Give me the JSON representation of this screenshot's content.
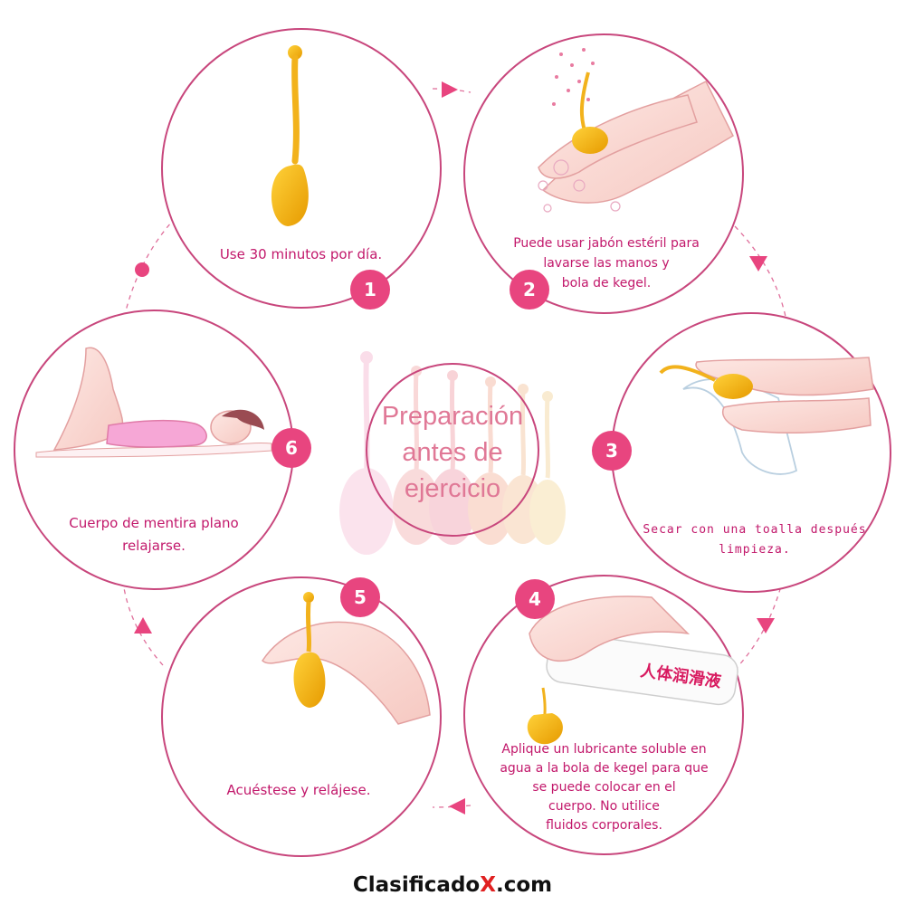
{
  "center_title": [
    "Preparación",
    "antes de",
    "ejercicio"
  ],
  "steps": [
    {
      "number": "1",
      "text": [
        "Use 30 minutos por día."
      ],
      "illustration": "kegel-ball-icon"
    },
    {
      "number": "2",
      "text": [
        "Puede usar jabón estéril para",
        "lavarse las manos y",
        "bola de kegel."
      ],
      "illustration": "washing-hands-icon"
    },
    {
      "number": "3",
      "text": [
        "Secar con una toalla después",
        "limpieza."
      ],
      "illustration": "drying-towel-icon"
    },
    {
      "number": "4",
      "text": [
        "Aplique un lubricante soluble en",
        "agua a la bola de kegel para que",
        "se puede colocar en el",
        "cuerpo. No utilice",
        "fluidos corporales."
      ],
      "illustration": "lubricant-bottle-icon",
      "bottle_label": "人体润滑液"
    },
    {
      "number": "5",
      "text": [
        "Acuéstese y relájese."
      ],
      "illustration": "hand-holding-ball-icon"
    },
    {
      "number": "6",
      "text": [
        "Cuerpo de mentira plano",
        "relajarse."
      ],
      "illustration": "woman-lying-icon"
    }
  ],
  "footer": {
    "brand_main": "Clasificado",
    "brand_x": "X",
    "brand_tail": ".com"
  },
  "colors": {
    "accent": "#e8457f",
    "ring": "#c8467c",
    "ball": "#f2b21c",
    "text": "#c2186b"
  }
}
